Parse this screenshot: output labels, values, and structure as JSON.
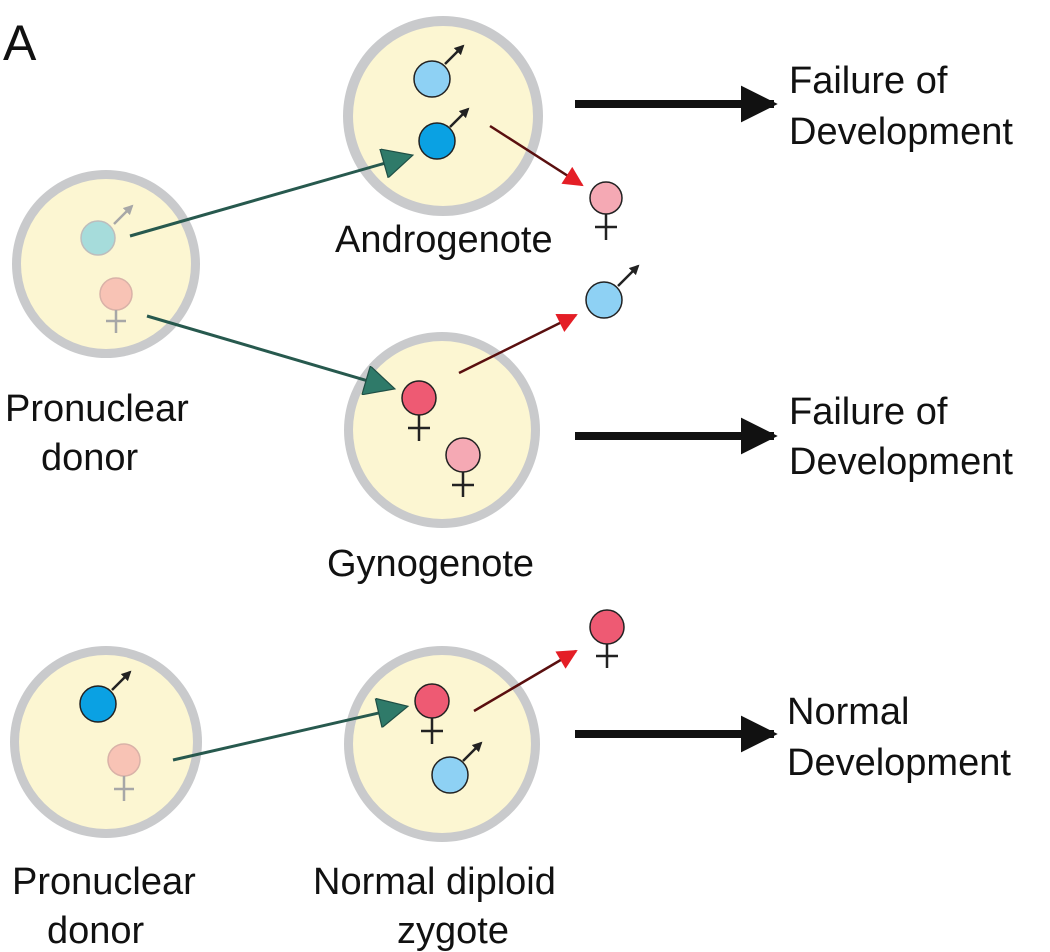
{
  "panel_letter": "A",
  "outcomes": {
    "androgenote": [
      "Failure of",
      "Development"
    ],
    "gynogenote": [
      "Failure of",
      "Development"
    ],
    "normal": [
      "Normal",
      "Development"
    ]
  },
  "labels": {
    "androgenote": "Androgenote",
    "gynogenote": "Gynogenote",
    "donor_top": [
      "Pronuclear",
      "donor"
    ],
    "donor_bottom": [
      "Pronuclear",
      "donor"
    ],
    "zygote": [
      "Normal diploid",
      "zygote"
    ]
  },
  "colors": {
    "cell_fill": "#FCF6D2",
    "cell_ring": "#C9CACC",
    "male_bright": "#0AA1E3",
    "male_light": "#8ED1F4",
    "male_faded": "#A6DCDB",
    "female_bright": "#EE5A73",
    "female_light": "#F5A9B4",
    "female_faded": "#F8C3B5",
    "transfer_arrow": "#27594E",
    "transfer_head": "#2F7A69",
    "removal_arrow": "#5A0F0F",
    "removal_head": "#E41E26",
    "outcome_arrow": "#111111"
  },
  "icons": {
    "male": "male-pronucleus-icon",
    "female": "female-pronucleus-icon"
  }
}
